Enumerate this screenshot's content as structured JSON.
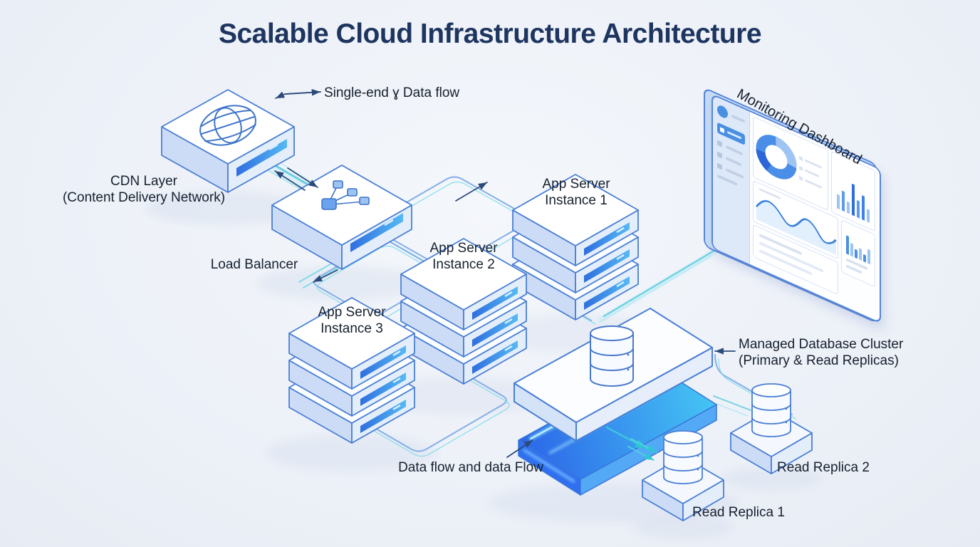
{
  "title": "Scalable Cloud Infrastructure Architecture",
  "annotations": {
    "top_flow": "Single-end ɣ Data flow",
    "bottom_flow": "Data flow and data Flow"
  },
  "nodes": {
    "cdn": {
      "line1": "CDN Layer",
      "line2": "(Content Delivery Network)",
      "icon": "globe-icon"
    },
    "load_balancer": {
      "label": "Load Balancer",
      "icon": "branch-network-icon"
    },
    "app_server_1": {
      "line1": "App Server",
      "line2": "Instance 1",
      "icon": "server-stack-icon"
    },
    "app_server_2": {
      "line1": "App Server",
      "line2": "Instance 2",
      "icon": "server-stack-icon"
    },
    "app_server_3": {
      "line1": "App Server",
      "line2": "Instance 3",
      "icon": "server-stack-icon"
    },
    "database_cluster": {
      "line1": "Managed Database Cluster",
      "line2": "(Primary & Read Replicas)",
      "icon": "database-cylinder-icon"
    },
    "read_replica_1": {
      "label": "Read Replica 1",
      "icon": "database-cylinder-icon"
    },
    "read_replica_2": {
      "label": "Read Replica 2",
      "icon": "database-cylinder-icon"
    },
    "monitoring_dashboard": {
      "label": "Monitoring Dashboard",
      "icon": "dashboard-panel-icon"
    }
  },
  "colors": {
    "title": "#1e3560",
    "label": "#16202e",
    "outline_blue": "#4a7fd4",
    "accent_blue": "#4a90e2",
    "glow_blue": "#38bdf8",
    "teal": "#3fc9db"
  }
}
